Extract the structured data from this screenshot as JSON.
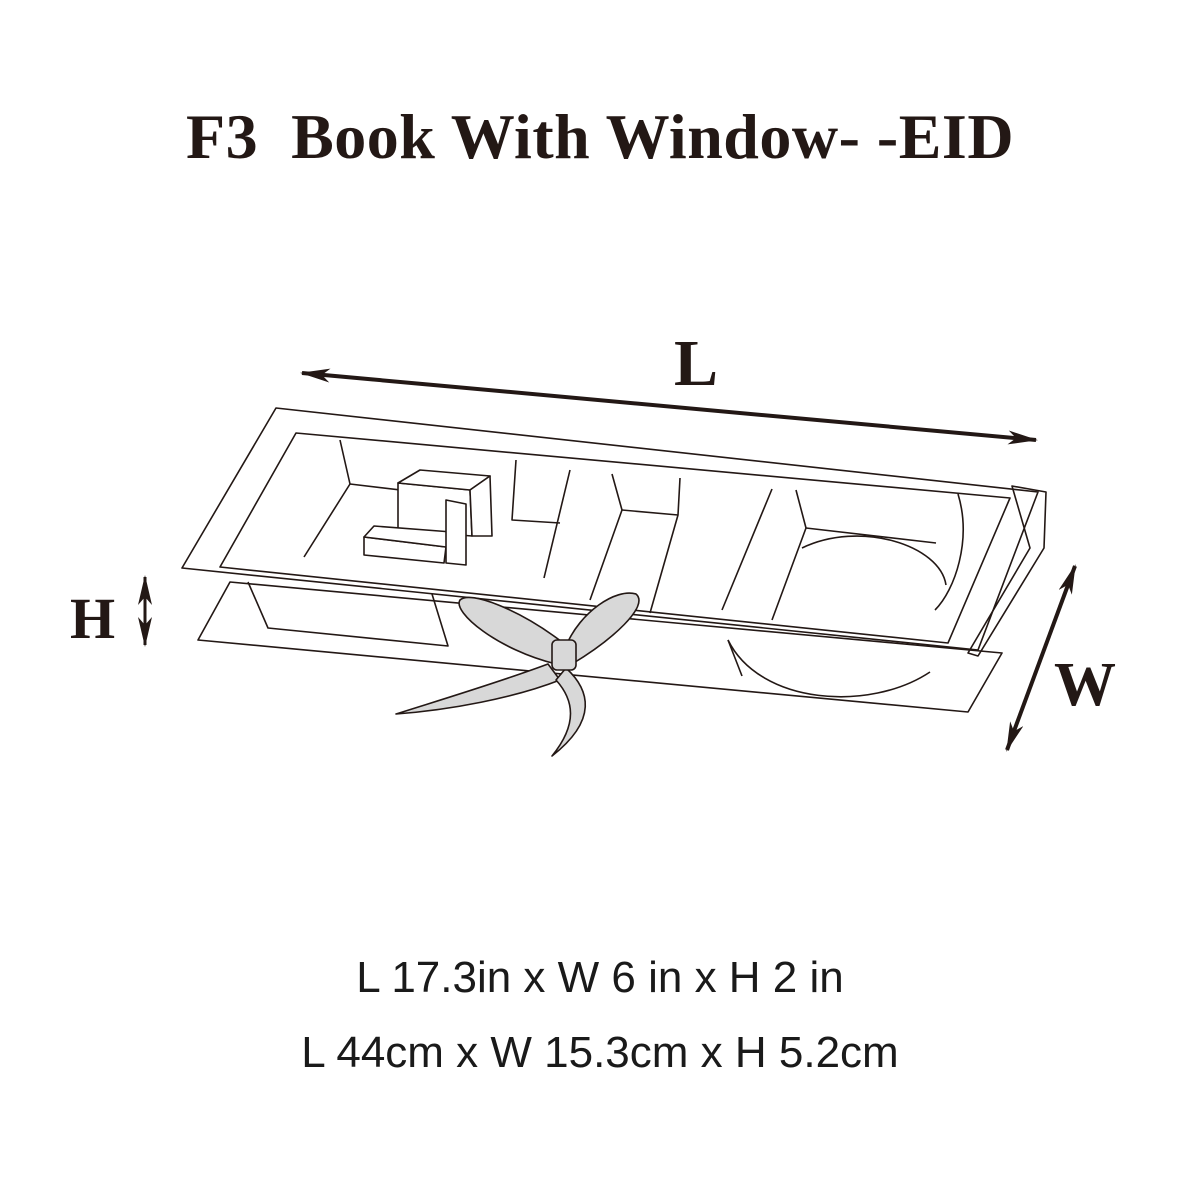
{
  "title": "F3  Book With Window- -EID",
  "dimension_labels": {
    "length": "L",
    "height": "H",
    "width": "W"
  },
  "specs": {
    "imperial": "L 17.3in x W 6 in x H 2 in",
    "metric": "L 44cm x W 15.3cm x H 5.2cm"
  },
  "colors": {
    "ink": "#231815",
    "ribbon": "#d8d8d8"
  }
}
